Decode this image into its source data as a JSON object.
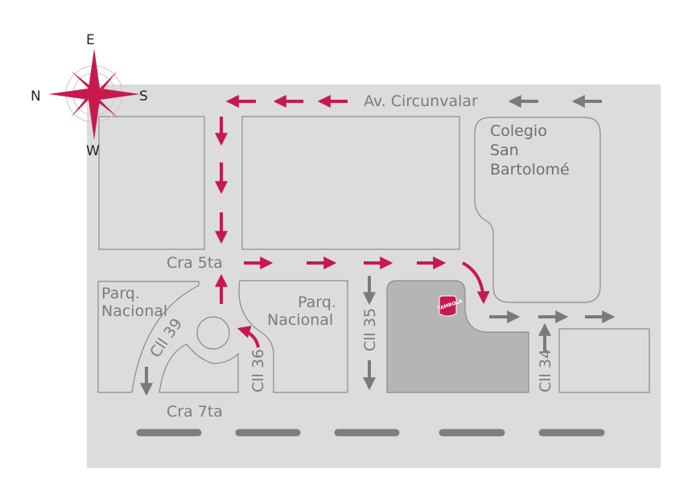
{
  "compass": {
    "north": "N",
    "south": "S",
    "east": "E",
    "west": "W"
  },
  "streets": {
    "top_avenue": "Av. Circunvalar",
    "middle_carrera": "Cra 5ta",
    "bottom_carrera": "Cra 7ta",
    "calle_39": "Cll 39",
    "calle_36": "Cll 36",
    "calle_35": "Cll 35",
    "calle_34": "Cll 34"
  },
  "places": {
    "parque_left_line1": "Parq.",
    "parque_left_line2": "Nacional",
    "parque_right_line1": "Parq.",
    "parque_right_line2": "Nacional",
    "colegio_line1": "Colegio",
    "colegio_line2": "San",
    "colegio_line3": "Bartolomé",
    "destination_badge": "TAMBOLA"
  },
  "colors": {
    "map_background": "#dcdcdc",
    "block_outline": "#8a8a8a",
    "destination_block": "#b5b5b5",
    "route_arrow": "#c8194f",
    "traffic_arrow": "#7a7a7a",
    "compass": "#c8194f",
    "dashes": "#7e7e7e"
  }
}
